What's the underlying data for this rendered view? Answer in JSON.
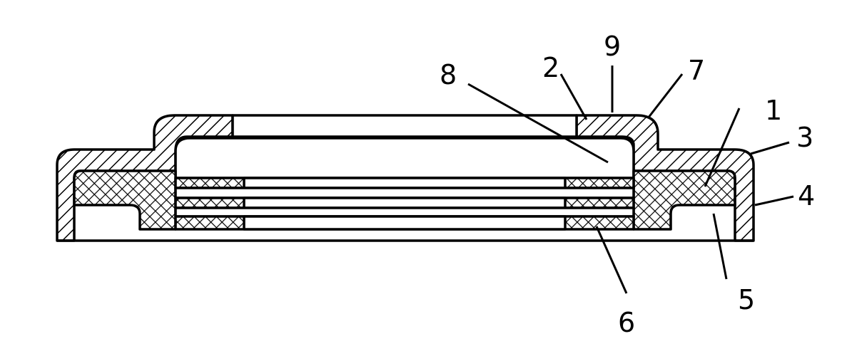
{
  "figure": {
    "colors": {
      "line": "#000000",
      "background": "#ffffff"
    },
    "labels": {
      "l1": "1",
      "l2": "2",
      "l3": "3",
      "l4": "4",
      "l5": "5",
      "l6": "6",
      "l7": "7",
      "l8": "8",
      "l9": "9"
    }
  }
}
